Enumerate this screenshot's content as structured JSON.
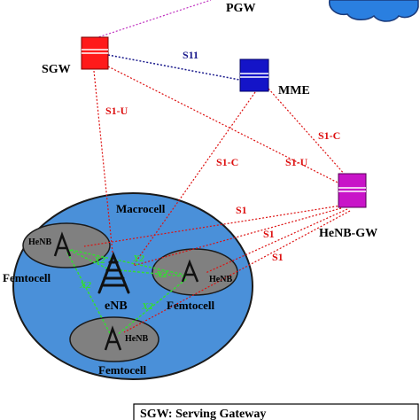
{
  "colors": {
    "sgw": "#ff1a1a",
    "mme": "#1414c8",
    "henb_gw": "#c814c8",
    "s1": "#dd1111",
    "s11": "#1a1a8c",
    "pgw_link": "#c030c0",
    "x2": "#33dd33",
    "macrocell": "#4a90d9",
    "femtocell": "#808080",
    "cloud": "#2a7fe0"
  },
  "nodes": {
    "pgw": "PGW",
    "sgw": "SGW",
    "mme": "MME",
    "henb_gw": "HeNB-GW",
    "enb": "eNB"
  },
  "links": {
    "s11": "S11",
    "s1u_left": "S1-U",
    "s1c_upper": "S1-C",
    "s1c_lower": "S1-C",
    "s1u_right": "S1-U",
    "s1_a": "S1",
    "s1_b": "S1",
    "s1_c": "S1"
  },
  "cells": {
    "macrocell": "Macrocell",
    "femtocell_left": "Femtocell",
    "femtocell_right": "Femtocell",
    "femtocell_bottom": "Femtocell"
  },
  "henb": {
    "left": "HeNB",
    "right": "HeNB",
    "bottom": "HeNB"
  },
  "x2_links": {
    "a": "X2",
    "b": "X2",
    "c": "X2",
    "d": "X2",
    "e": "X2"
  },
  "legend": {
    "sgw_line": "SGW: Serving Gateway"
  }
}
